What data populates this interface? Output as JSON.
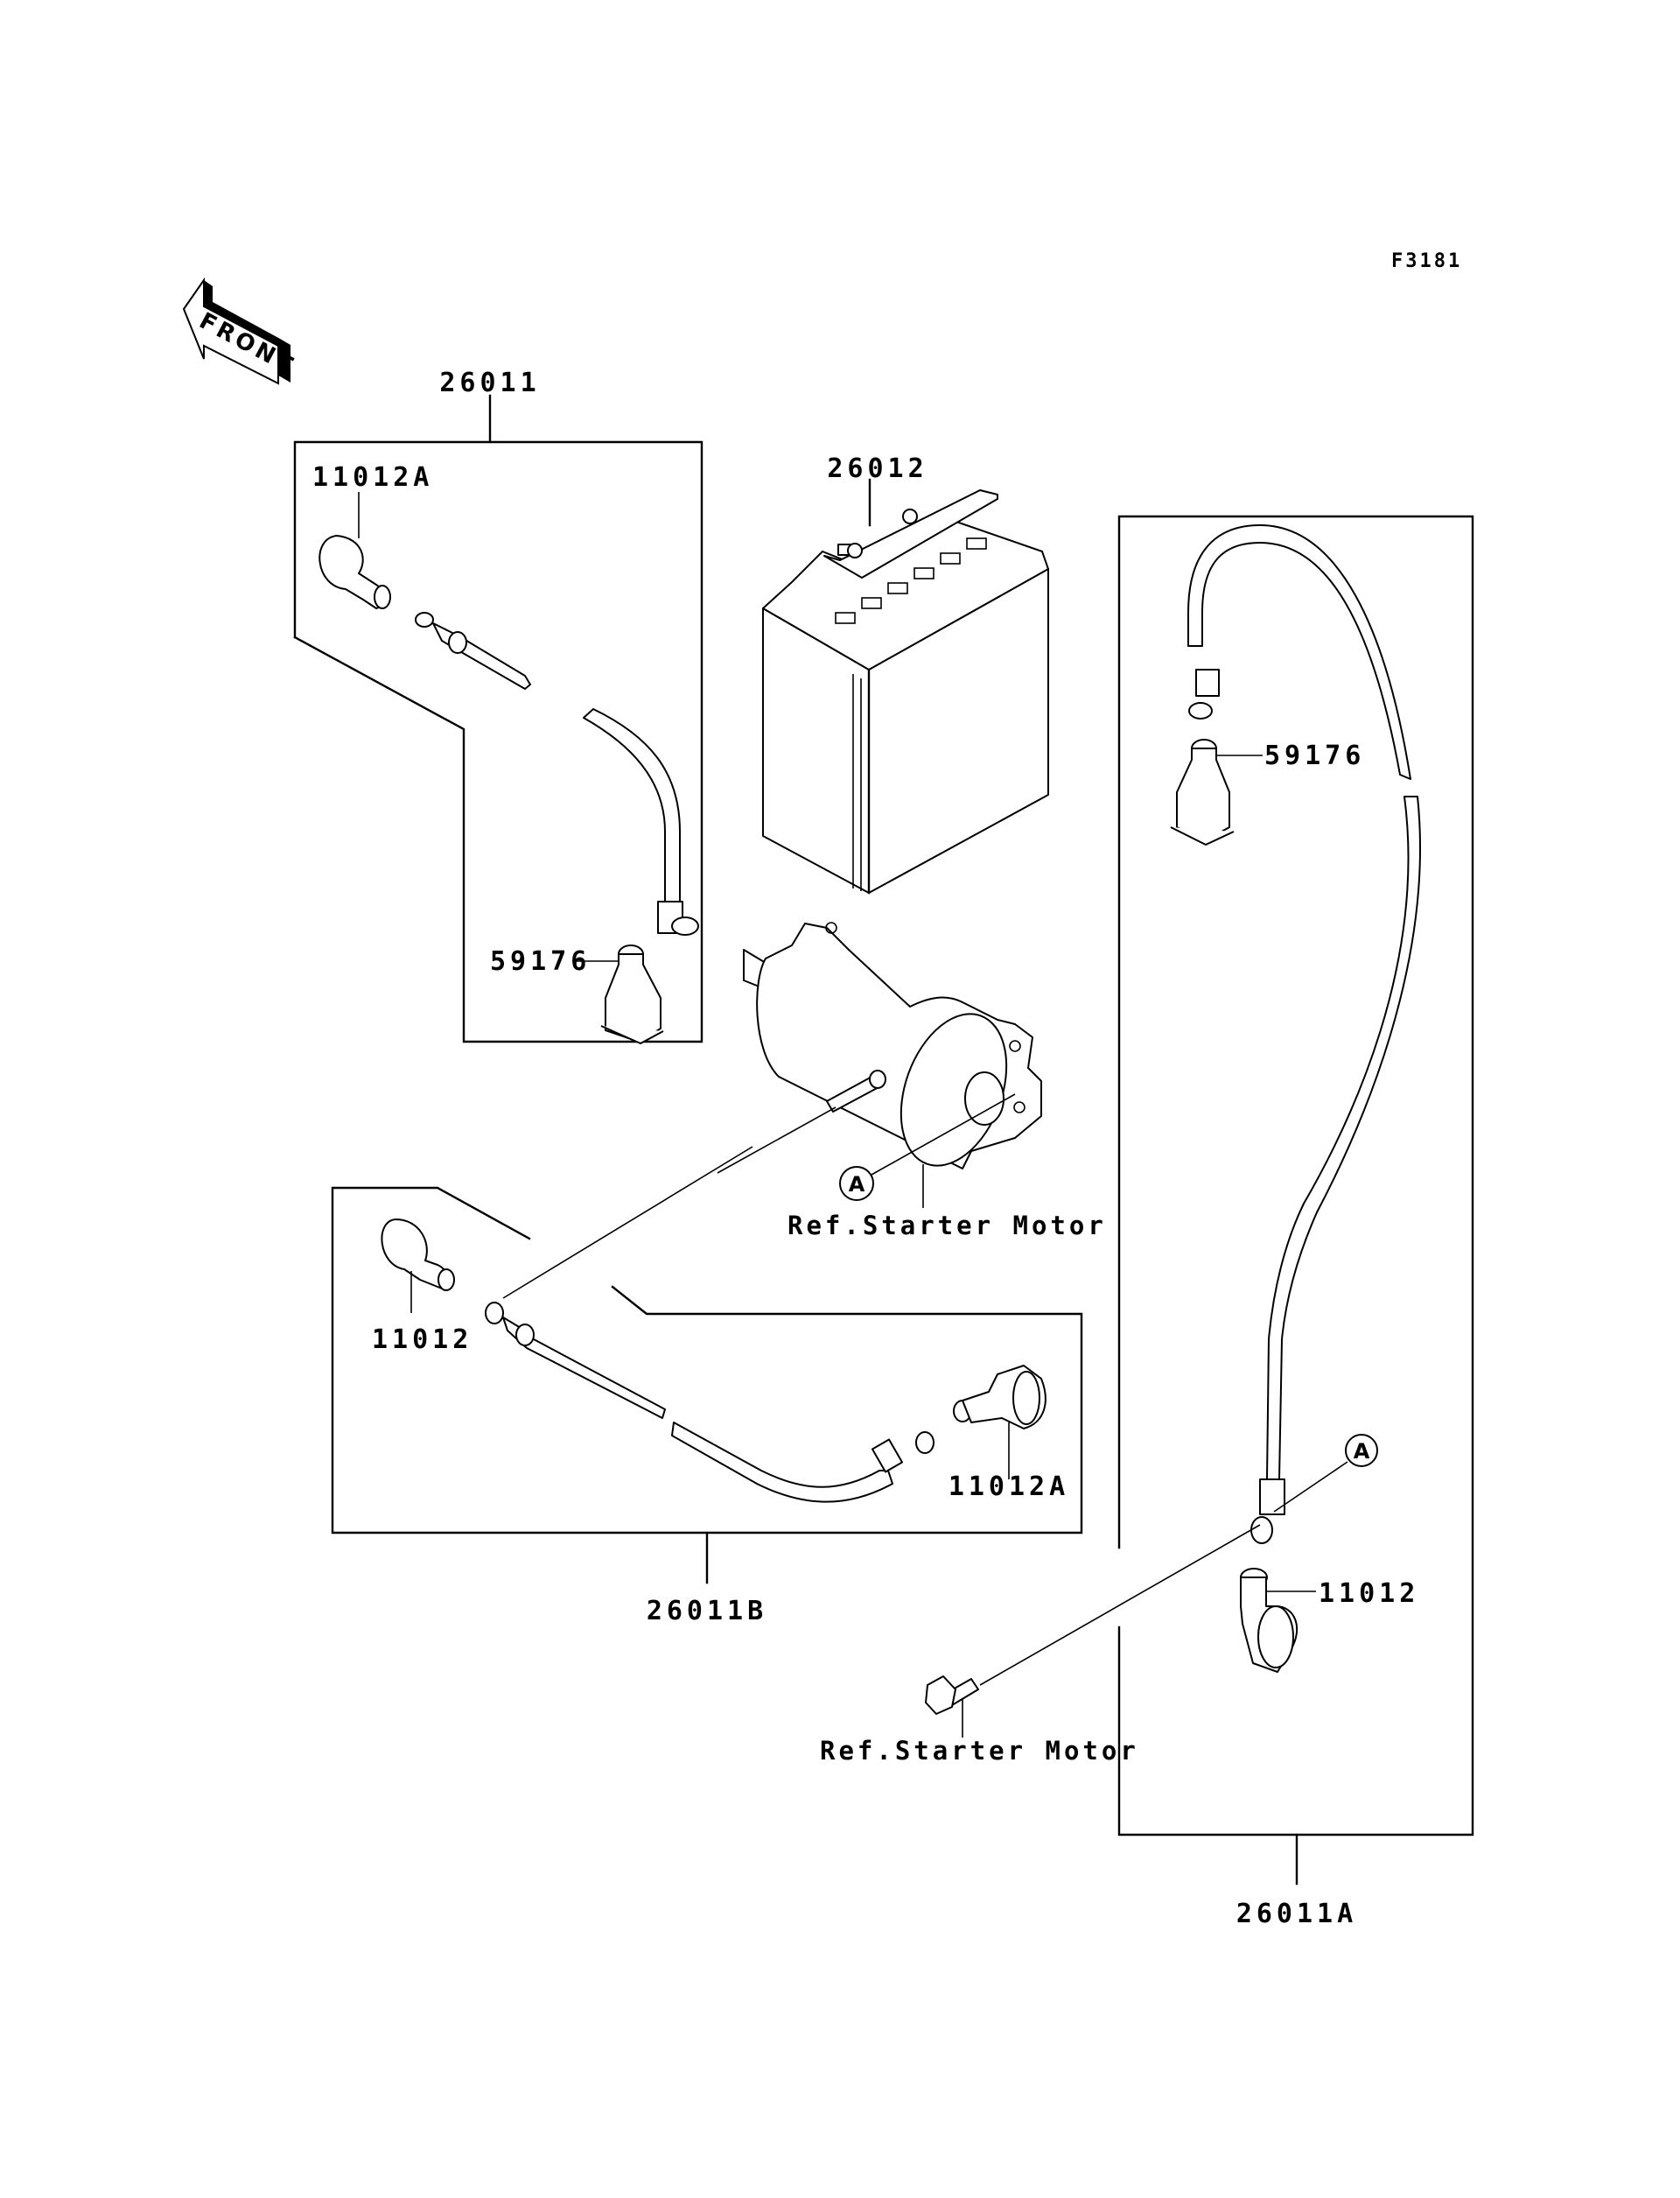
{
  "figure_id": "F3181",
  "front_arrow": {
    "label": "FRONT",
    "icon": "front-direction-arrow"
  },
  "assemblies": [
    {
      "id": "26011",
      "name": "upper-left-cable-assembly",
      "parts": [
        "11012A",
        "59176"
      ]
    },
    {
      "id": "26012",
      "name": "battery"
    },
    {
      "id": "26011B",
      "name": "lower-middle-cable-assembly",
      "parts": [
        "11012",
        "11012A"
      ]
    },
    {
      "id": "26011A",
      "name": "right-cable-assembly",
      "parts": [
        "59176",
        "11012"
      ]
    }
  ],
  "labels": {
    "box_26011": "26011",
    "box_26011_cap": "11012A",
    "box_26011_boot": "59176",
    "battery": "26012",
    "box_26011B": "26011B",
    "box_26011B_cap": "11012",
    "box_26011B_cap_a": "11012A",
    "box_26011A": "26011A",
    "box_26011A_boot": "59176",
    "box_26011A_cap": "11012"
  },
  "references": {
    "starter_motor_1": "Ref.Starter Motor",
    "starter_motor_2": "Ref.Starter Motor",
    "connection_marker": "A"
  }
}
